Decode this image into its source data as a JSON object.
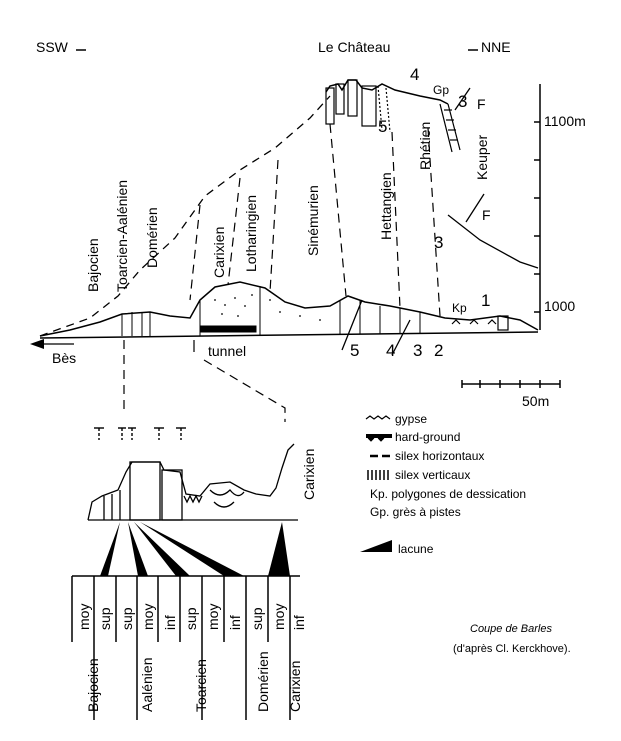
{
  "header": {
    "left_orientation": "SSW",
    "right_orientation": "NNE",
    "summit": "Le Château"
  },
  "elevation": {
    "upper": "1100m",
    "lower": "1000"
  },
  "village": "Bès",
  "tunnel": "tunnel",
  "scale": "50m",
  "formations": [
    "Bajocien",
    "Toarcien-Aalénien",
    "Domérien",
    "Carixien",
    "Lotharingien",
    "Sinémurien",
    "Hettangien",
    "Rhétien",
    "Keuper"
  ],
  "markers": {
    "gp": "Gp",
    "kp": "Kp",
    "fault_upper": "F",
    "fault_lower": "F",
    "n1": "1",
    "n2": "2",
    "n3_bottom": "3",
    "n3_top": "3",
    "n3_mid": "3",
    "n4_bottom": "4",
    "n4_top": "4",
    "n5_bottom": "5",
    "n5_top": "5"
  },
  "legend": [
    {
      "symbol": "gypse-icon",
      "label": "gypse"
    },
    {
      "symbol": "hard-ground-icon",
      "label": "hard-ground"
    },
    {
      "symbol": "silex-horizontal-icon",
      "label": "silex horizontaux"
    },
    {
      "symbol": "silex-vertical-icon",
      "label": "silex verticaux"
    },
    {
      "symbol": "kp-text",
      "label": "Kp. polygones de dessication"
    },
    {
      "symbol": "gp-text",
      "label": "Gp. grès à pistes"
    },
    {
      "symbol": "lacune-icon",
      "label": "lacune"
    }
  ],
  "detail": {
    "carixien": "Carixien"
  },
  "substages": [
    "moy",
    "sup",
    "sup",
    "moy",
    "inf",
    "sup",
    "moy",
    "inf",
    "sup",
    "moy",
    "inf"
  ],
  "stages": [
    "Bajocien",
    "Aalénien",
    "Toarcien",
    "Domérien",
    "Carixien"
  ],
  "caption": {
    "title": "Coupe de Barles",
    "credit": "(d'après Cl. Kerckhove)."
  }
}
